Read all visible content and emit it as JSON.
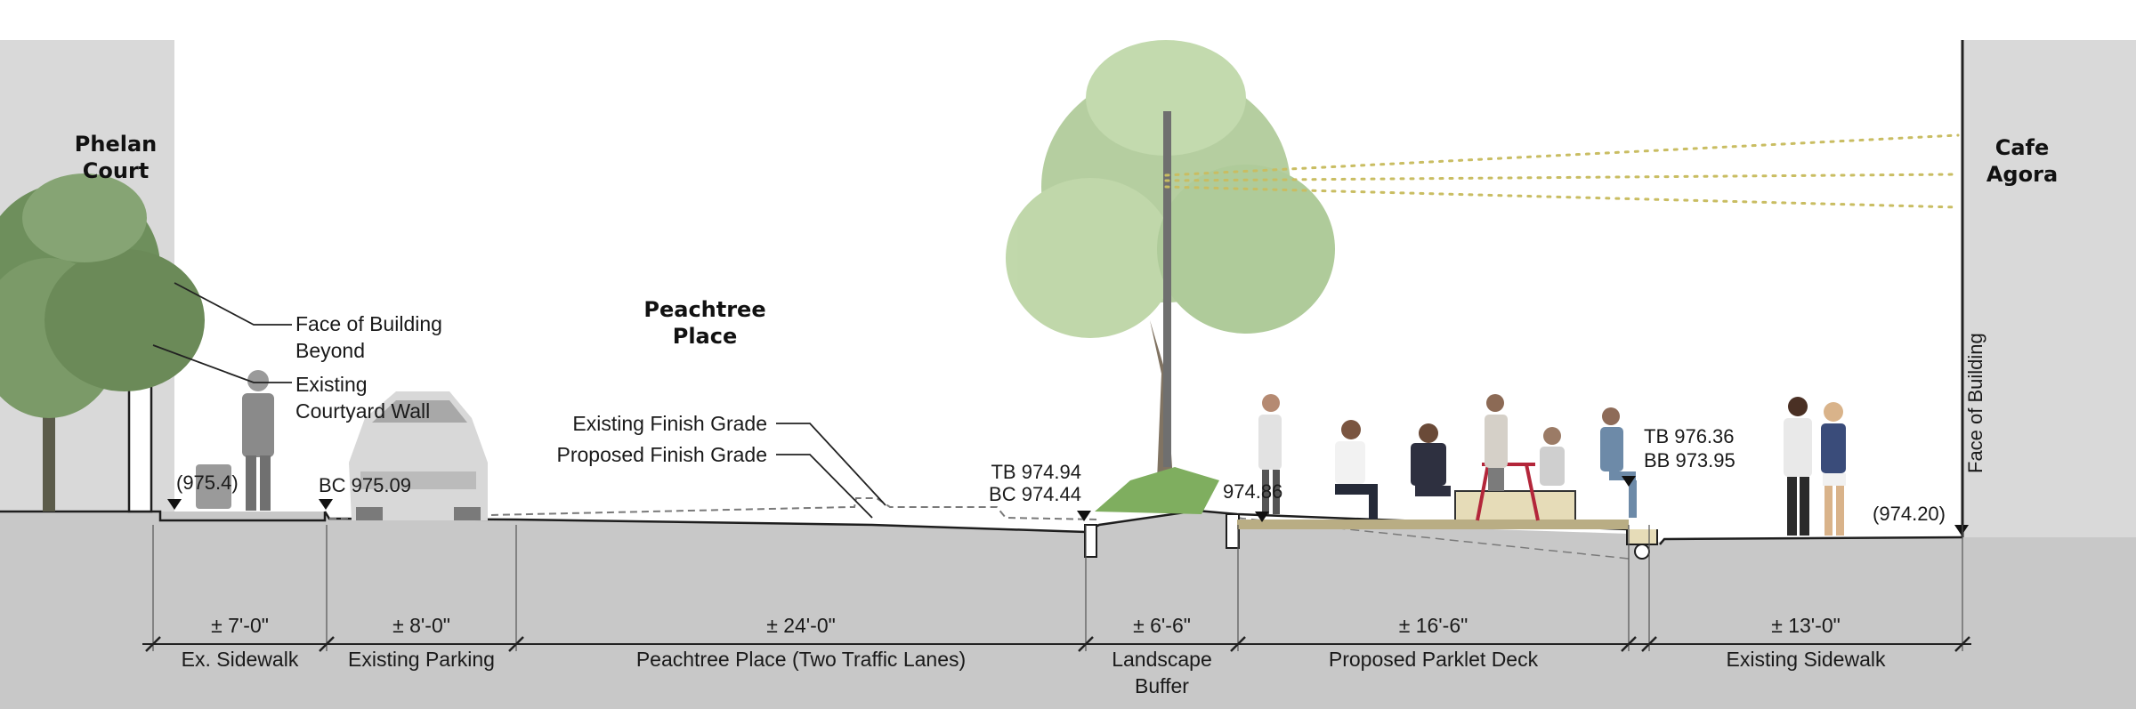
{
  "places": {
    "left_building": [
      "Phelan",
      "Court"
    ],
    "right_building": [
      "Cafe",
      "Agora"
    ],
    "street": [
      "Peachtree",
      "Place"
    ]
  },
  "callouts": {
    "face_of_building_beyond": [
      "Face of Building",
      "Beyond"
    ],
    "existing_courtyard_wall": [
      "Existing",
      "Courtyard Wall"
    ],
    "existing_finish_grade": "Existing Finish Grade",
    "proposed_finish_grade": "Proposed Finish Grade",
    "face_of_building": "Face of Building"
  },
  "elevations": {
    "left_sidewalk": "(975.4)",
    "bc_left": "BC 975.09",
    "tb_left": "TB 974.94",
    "bc_mid": "BC 974.44",
    "parklet": "974.86",
    "tb_right": "TB 976.36",
    "bb_right": "BB 973.95",
    "right_sidewalk": "(974.20)"
  },
  "dimensions": [
    {
      "value": "± 7'-0\"",
      "label": [
        "Ex. Sidewalk"
      ]
    },
    {
      "value": "± 8'-0\"",
      "label": [
        "Existing Parking"
      ]
    },
    {
      "value": "± 24'-0\"",
      "label": [
        "Peachtree Place (Two Traffic Lanes)"
      ]
    },
    {
      "value": "± 6'-6\"",
      "label": [
        "Landscape",
        "Buffer"
      ]
    },
    {
      "value": "± 16'-6\"",
      "label": [
        "Proposed Parklet Deck"
      ]
    },
    {
      "value": "± 13'-0\"",
      "label": [
        "Existing Sidewalk"
      ]
    }
  ],
  "colors": {
    "building_fill": "#d9d9d9",
    "ground_fill": "#c8c8c8",
    "tree_green": "#7fa56a",
    "deck_fill": "#e6dcb8",
    "string_lights": "#c9bd62"
  }
}
